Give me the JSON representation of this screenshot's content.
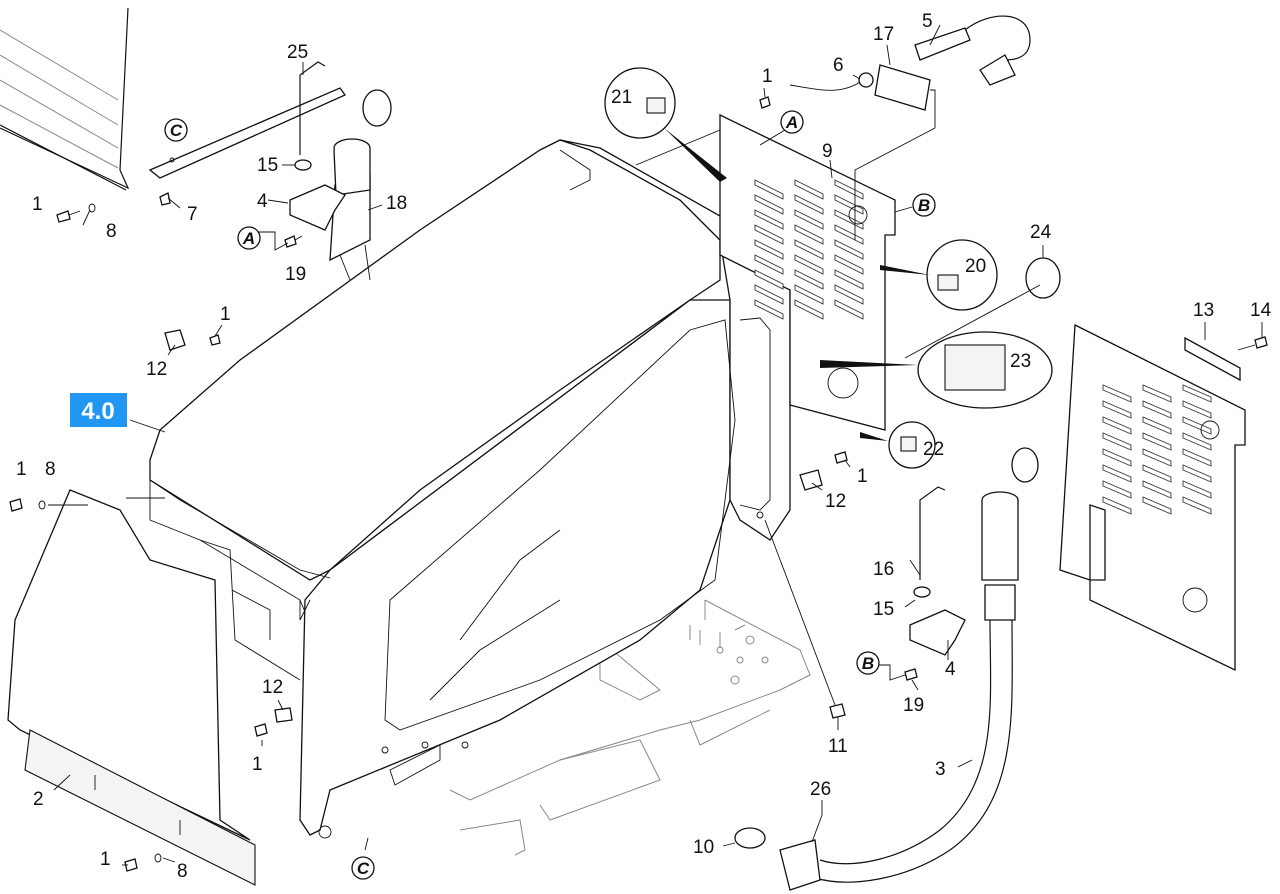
{
  "diagram": {
    "section_badge": {
      "label": "4.0",
      "color": "#2196f3"
    },
    "callouts": [
      "25",
      "1",
      "8",
      "7",
      "15",
      "4",
      "18",
      "19",
      "1",
      "12",
      "1",
      "8",
      "12",
      "1",
      "2",
      "1",
      "8",
      "21",
      "1",
      "6",
      "17",
      "5",
      "9",
      "20",
      "24",
      "23",
      "22",
      "1",
      "12",
      "16",
      "15",
      "4",
      "19",
      "11",
      "3",
      "26",
      "10",
      "13",
      "14"
    ],
    "reference_letters": [
      "C",
      "A",
      "A",
      "B",
      "B",
      "C"
    ]
  }
}
